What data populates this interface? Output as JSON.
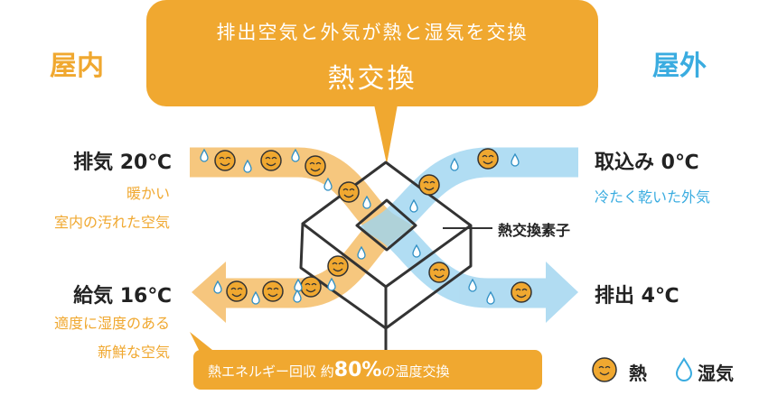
{
  "title": {
    "line1": "排出空気と外気が熱と湿気を交換",
    "line2": "熱交換"
  },
  "indoor": "屋内",
  "outdoor": "屋外",
  "exhaust_in": {
    "label": "排気 20℃",
    "desc1": "暖かい",
    "desc2": "室内の汚れた空気"
  },
  "supply": {
    "label": "給気 16℃",
    "desc1": "適度に湿度のある",
    "desc2": "新鮮な空気"
  },
  "intake": {
    "label": "取込み 0℃",
    "desc": "冷たく乾いた外気"
  },
  "exhaust_out": {
    "label": "排出 4℃"
  },
  "element_label": "熱交換素子",
  "recovery": {
    "prefix": "熱エネルギー回収 約",
    "value": "80%",
    "suffix": "の温度交換"
  },
  "legend": {
    "heat": "熱",
    "humidity": "湿気"
  },
  "colors": {
    "orange": "#F0A830",
    "orange_band": "#F5C67A",
    "blue_band": "#AEDCF3",
    "blue_text": "#3AACE0"
  }
}
